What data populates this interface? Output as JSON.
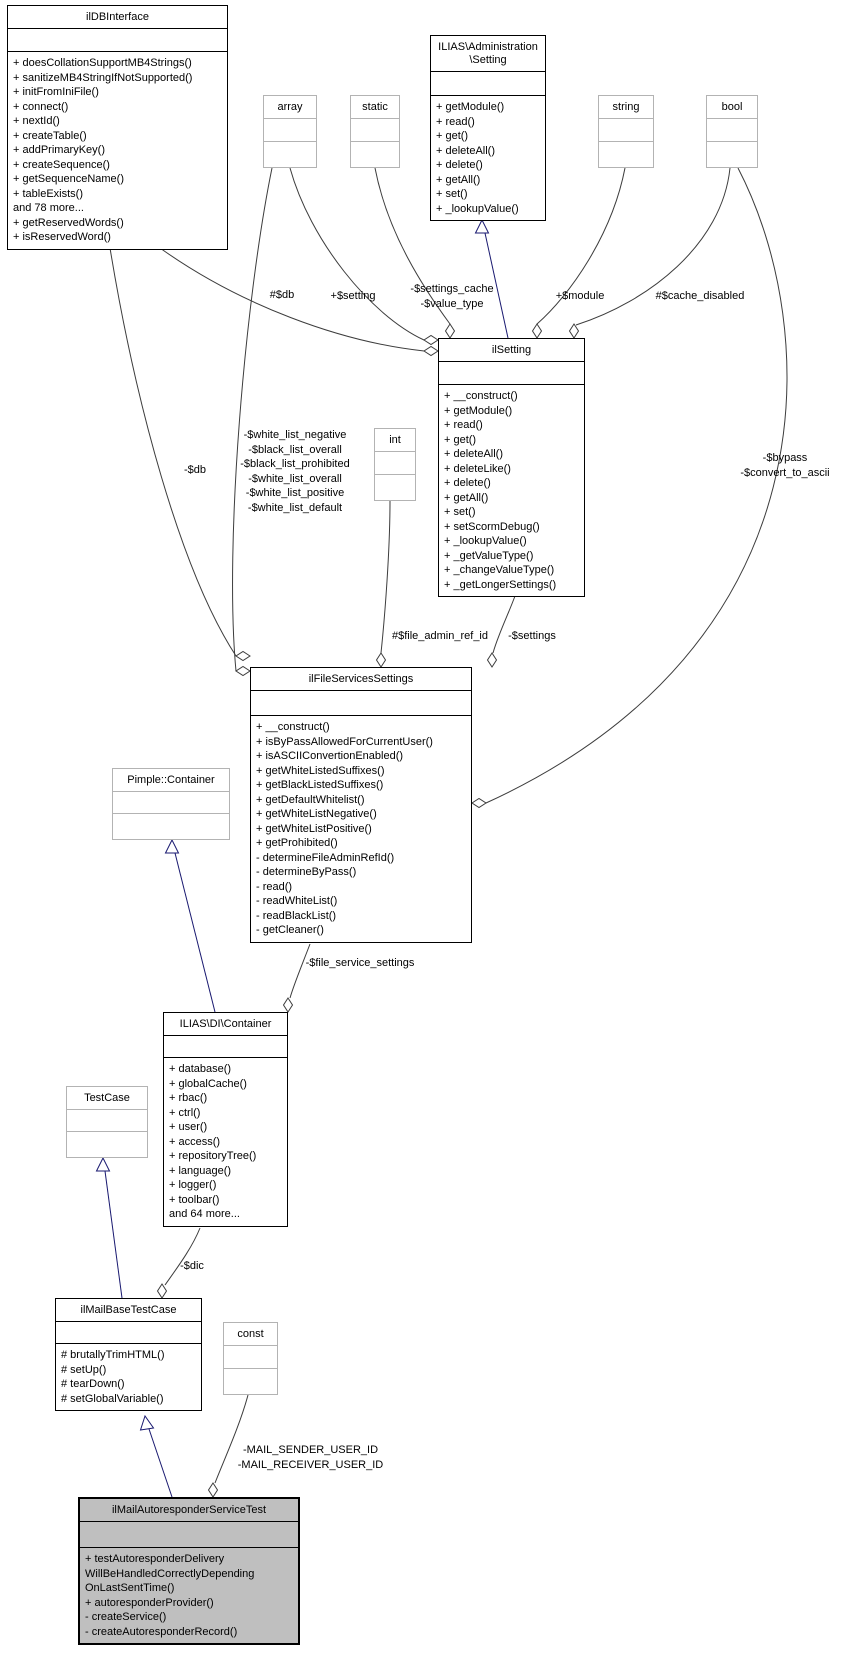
{
  "colors": {
    "edge": "#3c3c3c",
    "inheritance": "#191970",
    "highlight_fill": "#bfbfbf",
    "external_border": "#b3b3b3",
    "background": "#ffffff"
  },
  "classes": {
    "dbinterface": {
      "title": "ilDBInterface",
      "methods": "+ doesCollationSupportMB4Strings()\n+ sanitizeMB4StringIfNotSupported()\n+ initFromIniFile()\n+ connect()\n+ nextId()\n+ createTable()\n+ addPrimaryKey()\n+ createSequence()\n+ getSequenceName()\n+ tableExists()\nand 78 more...\n+ getReservedWords()\n+ isReservedWord()"
    },
    "admin_setting": {
      "title": "ILIAS\\Administration\n\\Setting",
      "methods": "+ getModule()\n+ read()\n+ get()\n+ deleteAll()\n+ delete()\n+ getAll()\n+ set()\n+ _lookupValue()"
    },
    "box_array": {
      "title": "array"
    },
    "box_static": {
      "title": "static"
    },
    "box_string": {
      "title": "string"
    },
    "box_bool": {
      "title": "bool"
    },
    "ilsetting": {
      "title": "ilSetting",
      "methods": "+ __construct()\n+ getModule()\n+ read()\n+ get()\n+ deleteAll()\n+ deleteLike()\n+ delete()\n+ getAll()\n+ set()\n+ setScormDebug()\n+ _lookupValue()\n+ _getValueType()\n+ _changeValueType()\n+ _getLongerSettings()"
    },
    "box_int": {
      "title": "int"
    },
    "fss": {
      "title": "ilFileServicesSettings",
      "methods": "+ __construct()\n+ isByPassAllowedForCurrentUser()\n+ isASCIIConvertionEnabled()\n+ getWhiteListedSuffixes()\n+ getBlackListedSuffixes()\n+ getDefaultWhitelist()\n+ getWhiteListNegative()\n+ getWhiteListPositive()\n+ getProhibited()\n- determineFileAdminRefId()\n- determineByPass()\n- read()\n- readWhiteList()\n- readBlackList()\n- getCleaner()"
    },
    "pimple": {
      "title": "Pimple::Container"
    },
    "dic": {
      "title": "ILIAS\\DI\\Container",
      "methods": "+ database()\n+ globalCache()\n+ rbac()\n+ ctrl()\n+ user()\n+ access()\n+ repositoryTree()\n+ language()\n+ logger()\n+ toolbar()\nand 64 more..."
    },
    "testcase": {
      "title": "TestCase"
    },
    "mbtc": {
      "title": "ilMailBaseTestCase",
      "methods": "# brutallyTrimHTML()\n# setUp()\n# tearDown()\n# setGlobalVariable()"
    },
    "box_const": {
      "title": "const"
    },
    "mast": {
      "title": "ilMailAutoresponderServiceTest",
      "methods": "+ testAutoresponderDelivery\nWillBeHandledCorrectlyDepending\nOnLastSentTime()\n+ autoresponderProvider()\n- createService()\n- createAutoresponderRecord()"
    }
  },
  "edge_labels": {
    "db_setting": "#$db",
    "setting": "+$setting",
    "settings_cache": "-$settings_cache\n-$value_type",
    "module": "+$module",
    "cache_disabled": "#$cache_disabled",
    "db_fss": "-$db",
    "white_lists": "-$white_list_negative\n-$black_list_overall\n-$black_list_prohibited\n-$white_list_overall\n-$white_list_positive\n-$white_list_default",
    "bypass": "-$bypass\n-$convert_to_ascii",
    "file_admin_ref_id": "#$file_admin_ref_id",
    "settings_member": "-$settings",
    "file_service_settings": "-$file_service_settings",
    "dic": "-$dic",
    "mail_user_ids": "-MAIL_SENDER_USER_ID\n-MAIL_RECEIVER_USER_ID"
  }
}
